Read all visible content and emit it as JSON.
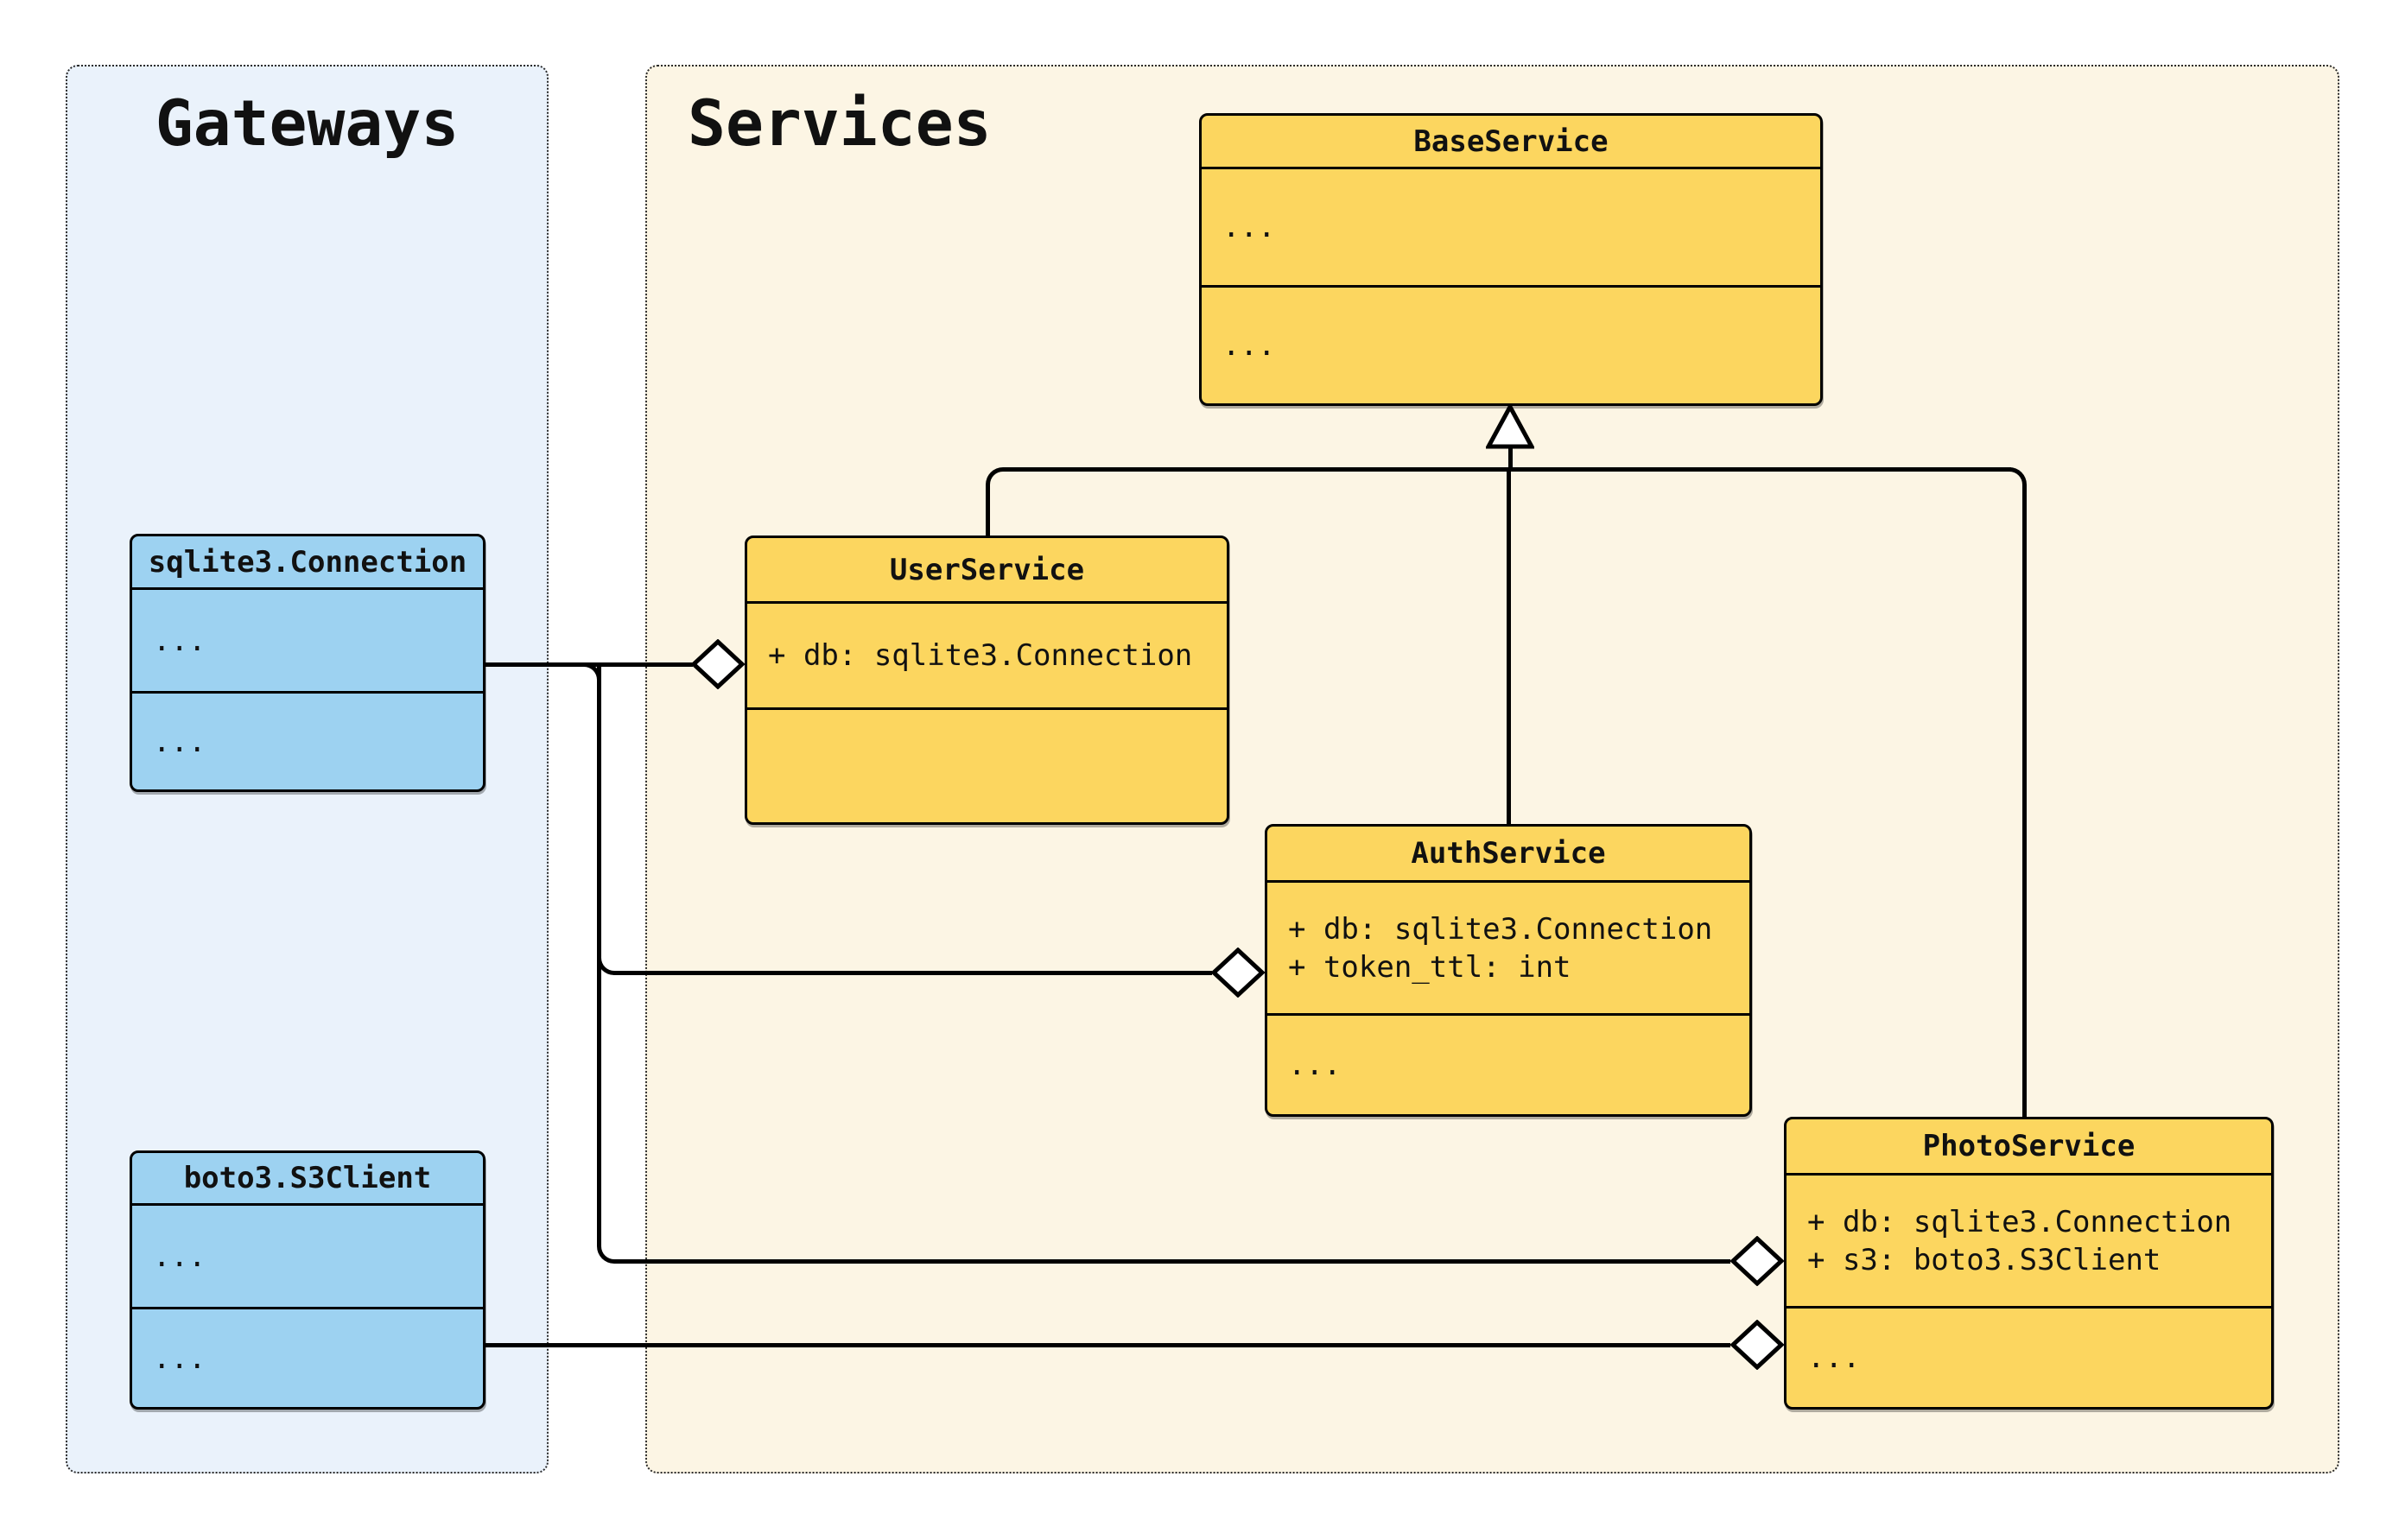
{
  "diagram": {
    "panels": [
      {
        "id": "gateways",
        "title": "Gateways"
      },
      {
        "id": "services",
        "title": "Services"
      }
    ],
    "classes": [
      {
        "id": "sqlite",
        "panel": "gateways",
        "title": "sqlite3.Connection",
        "attributes": [
          "..."
        ],
        "methods": [
          "..."
        ]
      },
      {
        "id": "boto3",
        "panel": "gateways",
        "title": "boto3.S3Client",
        "attributes": [
          "..."
        ],
        "methods": [
          "..."
        ]
      },
      {
        "id": "base",
        "panel": "services",
        "title": "BaseService",
        "attributes": [
          "..."
        ],
        "methods": [
          "..."
        ]
      },
      {
        "id": "user",
        "panel": "services",
        "title": "UserService",
        "attributes": [
          "+ db: sqlite3.Connection"
        ],
        "methods": []
      },
      {
        "id": "auth",
        "panel": "services",
        "title": "AuthService",
        "attributes": [
          "+ db: sqlite3.Connection",
          "+ token_ttl: int"
        ],
        "methods": [
          "..."
        ]
      },
      {
        "id": "photo",
        "panel": "services",
        "title": "PhotoService",
        "attributes": [
          "+ db: sqlite3.Connection",
          "+ s3: boto3.S3Client"
        ],
        "methods": [
          "..."
        ]
      }
    ],
    "relationships": [
      {
        "type": "inheritance",
        "from": "UserService",
        "to": "BaseService"
      },
      {
        "type": "inheritance",
        "from": "AuthService",
        "to": "BaseService"
      },
      {
        "type": "inheritance",
        "from": "PhotoService",
        "to": "BaseService"
      },
      {
        "type": "aggregation",
        "from": "sqlite3.Connection",
        "to": "UserService"
      },
      {
        "type": "aggregation",
        "from": "sqlite3.Connection",
        "to": "AuthService"
      },
      {
        "type": "aggregation",
        "from": "sqlite3.Connection",
        "to": "PhotoService"
      },
      {
        "type": "aggregation",
        "from": "boto3.S3Client",
        "to": "PhotoService"
      }
    ],
    "colors": {
      "service_fill": "#fcd65f",
      "gateway_fill": "#9dd2f1",
      "services_panel_fill": "#fcf5e4",
      "gateways_panel_fill": "#eaf2fb",
      "stroke": "#000000",
      "page_background": "#ffffff"
    }
  }
}
